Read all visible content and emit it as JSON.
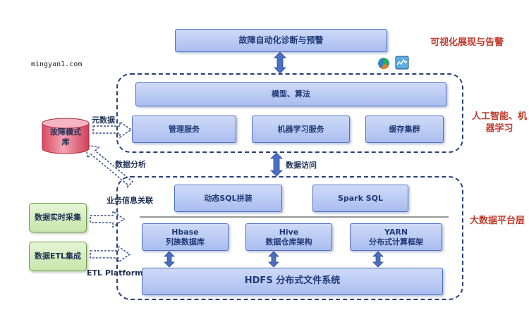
{
  "watermark": "mingyan1.com",
  "top_box": "故障自动化诊断与预警",
  "layer_labels": {
    "visual": "可视化展现与告警",
    "ai": "人工智能、机器学习",
    "bigdata": "大数据平台层"
  },
  "ai_layer": {
    "model": "模型、算法",
    "services": [
      "管理服务",
      "机器学习服务",
      "缓存集群"
    ]
  },
  "bigdata_layer": {
    "sql": [
      "动态SQL拼装",
      "Spark SQL"
    ],
    "hbase": {
      "title": "Hbase",
      "subtitle": "列族数据库"
    },
    "hive": {
      "title": "Hive",
      "subtitle": "数据仓库架构"
    },
    "yarn": {
      "title": "YARN",
      "subtitle": "分布式计算框架"
    },
    "hdfs": "HDFS 分布式文件系统"
  },
  "fault_db": "故障模式库",
  "left_inputs": [
    "数据实时采集",
    "数据ETL集成"
  ],
  "edge_labels": {
    "metadata": "元数据",
    "data_analysis": "数据分析",
    "data_access": "数据访问",
    "business_link": "业务信息关联",
    "etl_platform": "ETL Platform"
  },
  "colors": {
    "box_fill": "#b4c6f1",
    "layer_border": "#2b3f7a",
    "accent_red": "#c0392b",
    "green_fill": "#d4ecbf"
  }
}
